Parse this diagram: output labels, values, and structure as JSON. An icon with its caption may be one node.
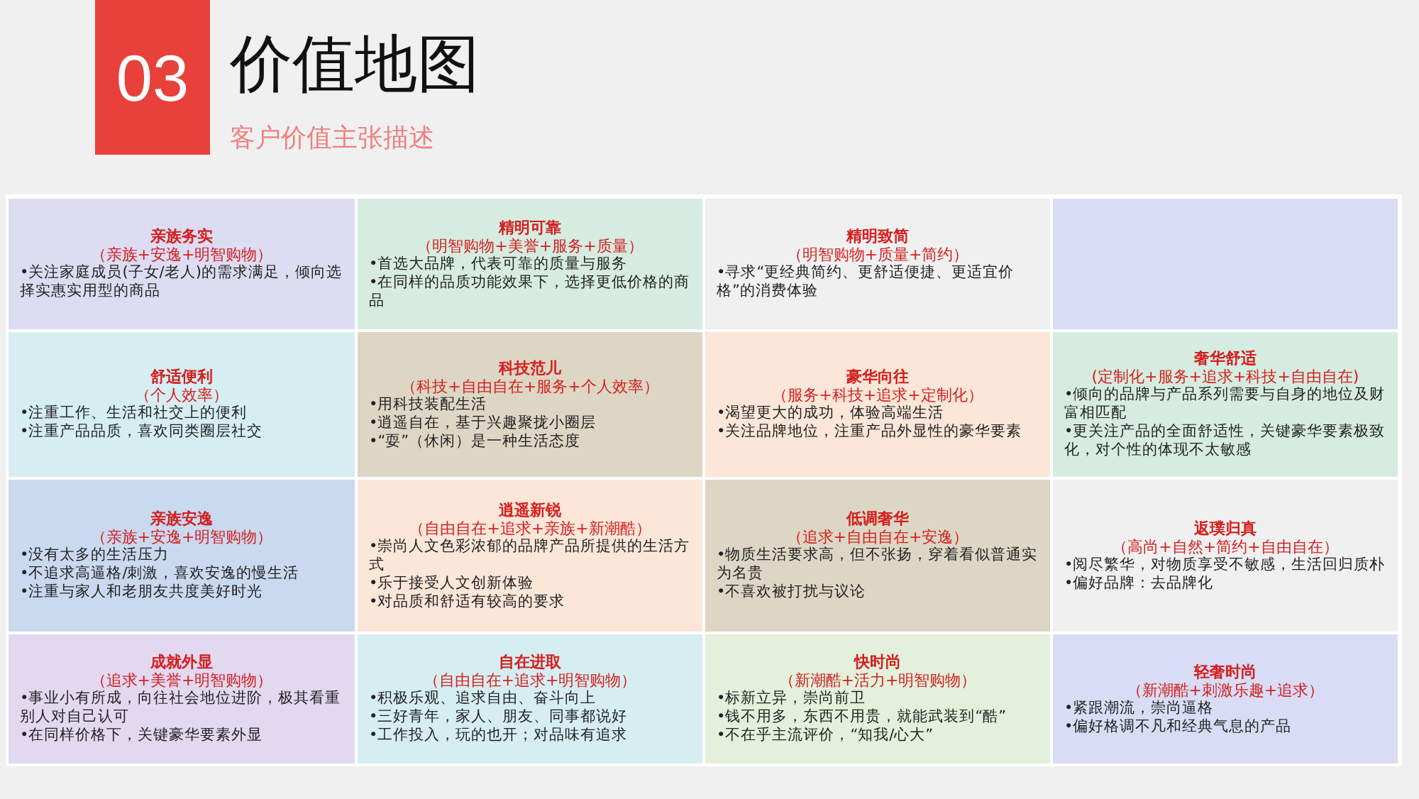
{
  "diagram": {
    "title": "价值地图",
    "nodes": [
      {
        "text": [
          "亲族务实",
          "（亲族+安逸+明智购物）",
          "•关注家庭成员(子女/老人)的需求满足，倾向选择实惠实用型的商品"
        ]
      },
      {
        "text": [
          "精明可靠",
          "（明智购物+美誉+服务+质量）",
          "•首选大品牌，代表可靠的质量与服务",
          "•在同样的品质功能效果下，选择更低价格的商品"
        ]
      },
      {
        "text": [
          "精明致简",
          "（明智购物+质量+简约）",
          "•寻求“更经典简约、更舒适便捷、更适宜价格”的消费体验"
        ]
      },
      {
        "text": [],
        "shape": "box"
      },
      {
        "text": [
          "舒适便利",
          "（个人效率）",
          "•注重工作、生活和社交上的便利",
          "•注重产品品质，喜欢同类圈层社交"
        ]
      },
      {
        "text": [
          "科技范儿",
          "（科技+自由自在+服务+个人效率）",
          "•用科技装配生活",
          "•逍遥自在，基于兴趣聚拢小圈层",
          "•“耍”（休闲）是一种生活态度"
        ]
      },
      {
        "text": [
          "豪华向往",
          "（服务+科技+追求+定制化）",
          "•渴望更大的成功，体验高端生活",
          "•关注品牌地位，注重产品外显性的豪华要素"
        ]
      },
      {
        "text": [
          "奢华舒适",
          "(定制化+服务+追求+科技+自由自在)",
          "•倾向的品牌与产品系列需要与自身的地位及财富相匹配",
          "•更关注产品的全面舒适性，关键豪华要素极致化，对个性的体现不太敏感"
        ]
      },
      {
        "text": [
          "亲族安逸",
          "（亲族+安逸+明智购物）",
          "•没有太多的生活压力",
          "•不追求高逼格/刺激，喜欢安逸的慢生活",
          "•注重与家人和老朋友共度美好时光"
        ]
      },
      {
        "text": [
          "逍遥新锐",
          "（自由自在+追求+亲族+新潮酷）",
          "•崇尚人文色彩浓郁的品牌产品所提供的生活方式",
          "•乐于接受人文创新体验",
          "•对品质和舒适有较高的要求"
        ]
      },
      {
        "text": [
          "低调奢华",
          "（追求+自由自在+安逸）",
          "•物质生活要求高，但不张扬，穿着看似普通实为名贵",
          "•不喜欢被打扰与议论"
        ]
      },
      {
        "text": [
          "返璞归真",
          "（高尚+自然+简约+自由自在）",
          "•阅尽繁华，对物质享受不敏感，生活回归质朴",
          "•偏好品牌：去品牌化"
        ]
      },
      {
        "text": [
          "成就外显",
          "（追求+美誉+明智购物）",
          "•事业小有所成，向往社会地位进阶，极其看重别人对自己认可",
          "•在同样价格下，关键豪华要素外显"
        ]
      },
      {
        "text": [
          "自在进取",
          "（自由自在+追求+明智购物）",
          "•积极乐观、追求自由、奋斗向上",
          "•三好青年，家人、朋友、同事都说好",
          "•工作投入，玩的也开；对品味有追求"
        ]
      },
      {
        "text": [
          "快时尚",
          "（新潮酷+活力+明智购物）",
          "•标新立异，崇尚前卫",
          "•钱不用多，东西不用贵，就能武装到“酷”",
          "•不在乎主流评价，“知我/心大”"
        ]
      },
      {
        "text": [
          "轻奢时尚",
          "（新潮酷+刺激乐趣+追求）",
          "•紧跟潮流，崇尚逼格",
          "•偏好格调不凡和经典气息的产品"
        ]
      }
    ],
    "labels": [
      "03",
      "客户价值主张描述"
    ]
  }
}
